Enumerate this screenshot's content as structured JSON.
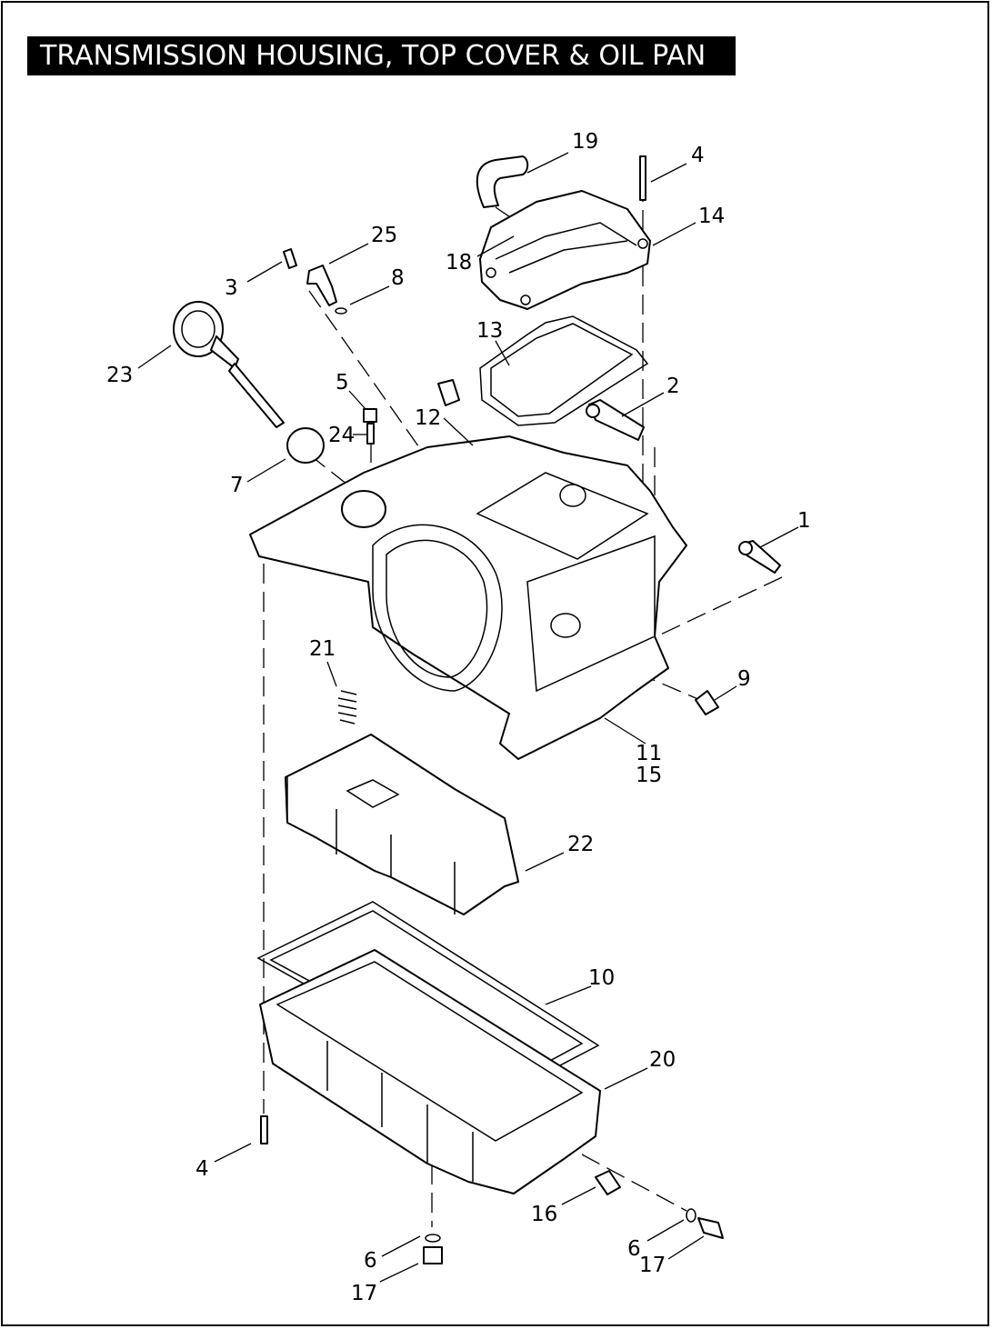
{
  "title": "TRANSMISSION HOUSING, TOP COVER & OIL PAN",
  "callouts": [
    {
      "id": "c19",
      "text": "19"
    },
    {
      "id": "c4a",
      "text": "4"
    },
    {
      "id": "c14",
      "text": "14"
    },
    {
      "id": "c25",
      "text": "25"
    },
    {
      "id": "c18",
      "text": "18"
    },
    {
      "id": "c3",
      "text": "3"
    },
    {
      "id": "c8",
      "text": "8"
    },
    {
      "id": "c13",
      "text": "13"
    },
    {
      "id": "c23",
      "text": "23"
    },
    {
      "id": "c5",
      "text": "5"
    },
    {
      "id": "c2",
      "text": "2"
    },
    {
      "id": "c12",
      "text": "12"
    },
    {
      "id": "c24",
      "text": "24"
    },
    {
      "id": "c7",
      "text": "7"
    },
    {
      "id": "c1",
      "text": "1"
    },
    {
      "id": "c21",
      "text": "21"
    },
    {
      "id": "c9",
      "text": "9"
    },
    {
      "id": "c11",
      "text": "11"
    },
    {
      "id": "c15",
      "text": "15"
    },
    {
      "id": "c22",
      "text": "22"
    },
    {
      "id": "c10",
      "text": "10"
    },
    {
      "id": "c20",
      "text": "20"
    },
    {
      "id": "c4b",
      "text": "4"
    },
    {
      "id": "c16",
      "text": "16"
    },
    {
      "id": "c6a",
      "text": "6"
    },
    {
      "id": "c6b",
      "text": "6"
    },
    {
      "id": "c17a",
      "text": "17"
    },
    {
      "id": "c17b",
      "text": "17"
    }
  ]
}
